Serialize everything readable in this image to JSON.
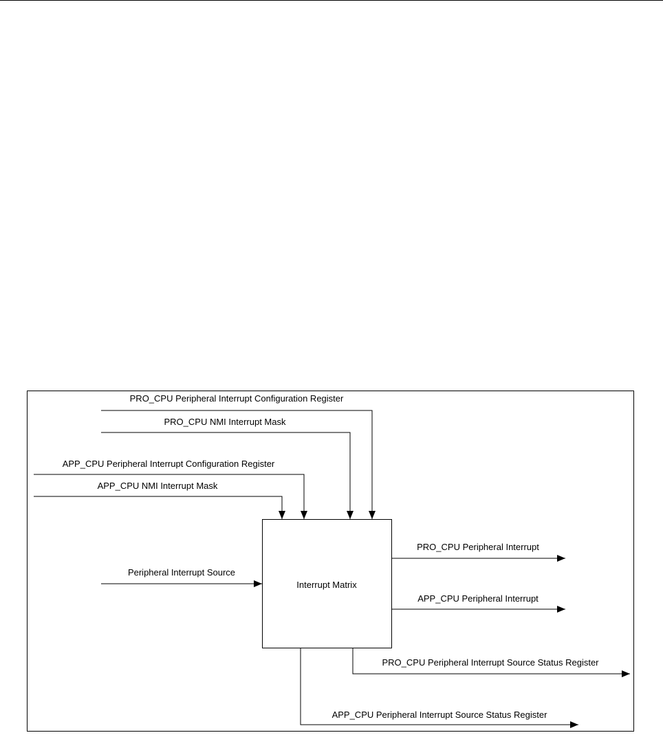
{
  "diagram": {
    "center_block": "Interrupt Matrix",
    "inputs": {
      "pro_cpu_config": "PRO_CPU Peripheral Interrupt Configuration Register",
      "pro_cpu_nmi_mask": "PRO_CPU NMI Interrupt Mask",
      "app_cpu_config": "APP_CPU Peripheral Interrupt Configuration Register",
      "app_cpu_nmi_mask": "APP_CPU NMI Interrupt Mask",
      "peripheral_source": "Peripheral Interrupt Source"
    },
    "outputs": {
      "pro_cpu_interrupt": "PRO_CPU Peripheral Interrupt",
      "app_cpu_interrupt": "APP_CPU Peripheral Interrupt",
      "pro_cpu_status": "PRO_CPU Peripheral Interrupt Source Status Register",
      "app_cpu_status": "APP_CPU Peripheral Interrupt Source Status Register"
    }
  }
}
